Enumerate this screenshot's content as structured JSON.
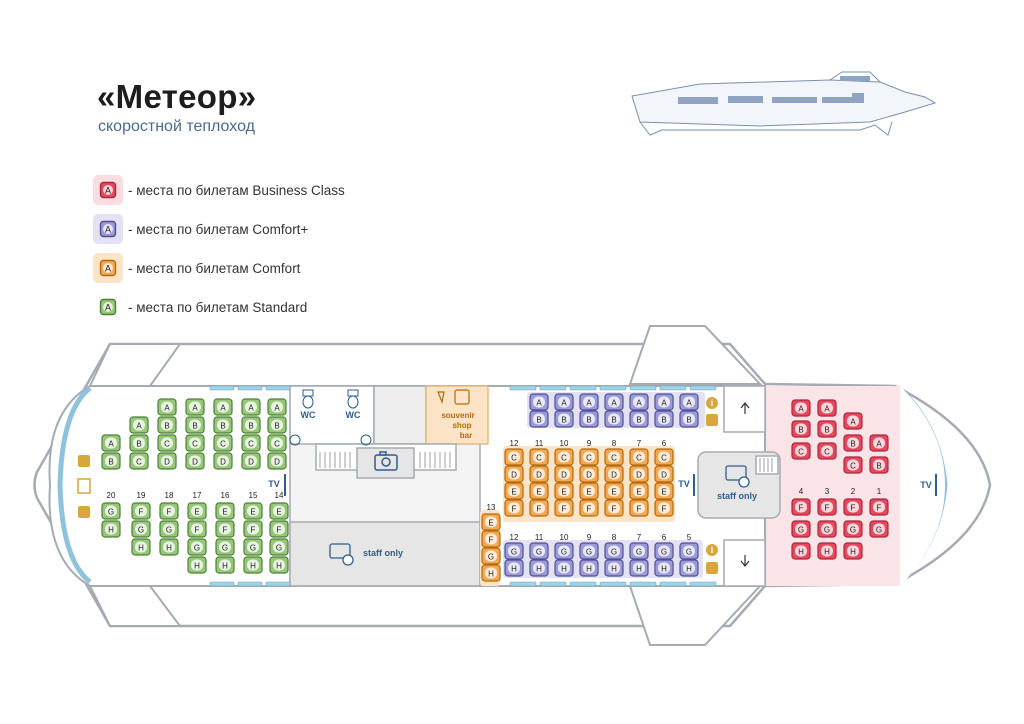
{
  "title": "«Метеор»",
  "subtitle": "скоростной теплоход",
  "legend": [
    {
      "letter": "A",
      "text": "- места по билетам Business Class",
      "fill": "#e8485f",
      "bg": "#fbdce1",
      "stroke": "#a8283a"
    },
    {
      "letter": "A",
      "text": "- места по билетам Comfort+",
      "fill": "#9b9bdc",
      "bg": "#e3e1f3",
      "stroke": "#505090"
    },
    {
      "letter": "A",
      "text": "- места по билетам Comfort",
      "fill": "#f6a850",
      "bg": "#fde4c6",
      "stroke": "#b06a10"
    },
    {
      "letter": "A",
      "text": "- места по билетам Standard",
      "fill": "#96c878",
      "bg": "#ffffff",
      "stroke": "#4e7f38"
    }
  ],
  "colors": {
    "business": {
      "fill": "#e8485f",
      "stroke": "#a8283a",
      "bg": "#fbdce1"
    },
    "comfortplus": {
      "fill": "#9b9bdc",
      "stroke": "#505090",
      "bg": "#e3e1f3"
    },
    "comfort": {
      "fill": "#f6a850",
      "stroke": "#b06a10",
      "bg": "#fde4c6"
    },
    "standard": {
      "fill": "#96c878",
      "stroke": "#4e7f38",
      "bg": "#ffffff"
    }
  },
  "labels": {
    "wc1": "WC",
    "wc2": "WC",
    "shop": [
      "souvenir",
      "shop",
      "bar"
    ],
    "staff1": "staff only",
    "staff2": "staff only",
    "tv1": "TV",
    "tv2": "TV",
    "tv3": "TV"
  },
  "standard": {
    "cols": [
      "20",
      "19",
      "18",
      "17",
      "16",
      "15",
      "14"
    ],
    "rows_front": [
      "A",
      "B",
      "C",
      "D"
    ],
    "rows_back": [
      "E",
      "F",
      "G",
      "H"
    ]
  },
  "comfortplus_top": {
    "rows": [
      "A",
      "B"
    ]
  },
  "comfort": {
    "cols": [
      "12",
      "11",
      "10",
      "9",
      "8",
      "7",
      "6"
    ],
    "rows": [
      "C",
      "D",
      "E",
      "F"
    ],
    "side_col": "13",
    "side_rows": [
      "E",
      "F",
      "G",
      "H"
    ]
  },
  "comfortplus_bottom": {
    "cols": [
      "12",
      "11",
      "10",
      "9",
      "8",
      "7",
      "6",
      "5"
    ],
    "rows": [
      "G",
      "H"
    ]
  },
  "business": {
    "rows_top": [
      "A",
      "B",
      "C"
    ],
    "cols": [
      "4",
      "3",
      "2",
      "1"
    ],
    "rows_bottom": [
      "F",
      "G",
      "H"
    ]
  }
}
